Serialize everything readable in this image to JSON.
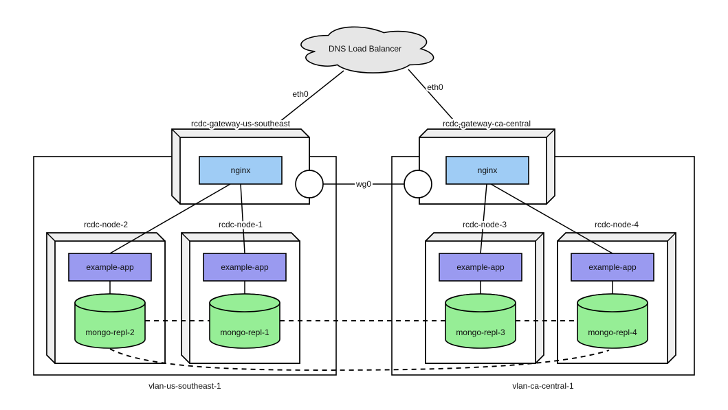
{
  "diagram": {
    "cloud": {
      "label": "DNS Load Balancer"
    },
    "interfaces": {
      "eth0_left": "eth0",
      "eth0_right": "eth0",
      "wg0": "wg0"
    },
    "gateways": [
      {
        "label": "rcdc-gateway-us-southeast",
        "service": "nginx"
      },
      {
        "label": "rcdc-gateway-ca-central",
        "service": "nginx"
      }
    ],
    "vlans": [
      {
        "label": "vlan-us-southeast-1"
      },
      {
        "label": "vlan-ca-central-1"
      }
    ],
    "nodes": [
      {
        "label": "rcdc-node-2",
        "app": "example-app",
        "db": "mongo-repl-2"
      },
      {
        "label": "rcdc-node-1",
        "app": "example-app",
        "db": "mongo-repl-1"
      },
      {
        "label": "rcdc-node-3",
        "app": "example-app",
        "db": "mongo-repl-3"
      },
      {
        "label": "rcdc-node-4",
        "app": "example-app",
        "db": "mongo-repl-4"
      }
    ],
    "colors": {
      "nginx": "#9fccf5",
      "app": "#9a9af0",
      "db": "#96ee96",
      "cloud": "#e6e6e6",
      "cube_face": "#efefef"
    }
  }
}
